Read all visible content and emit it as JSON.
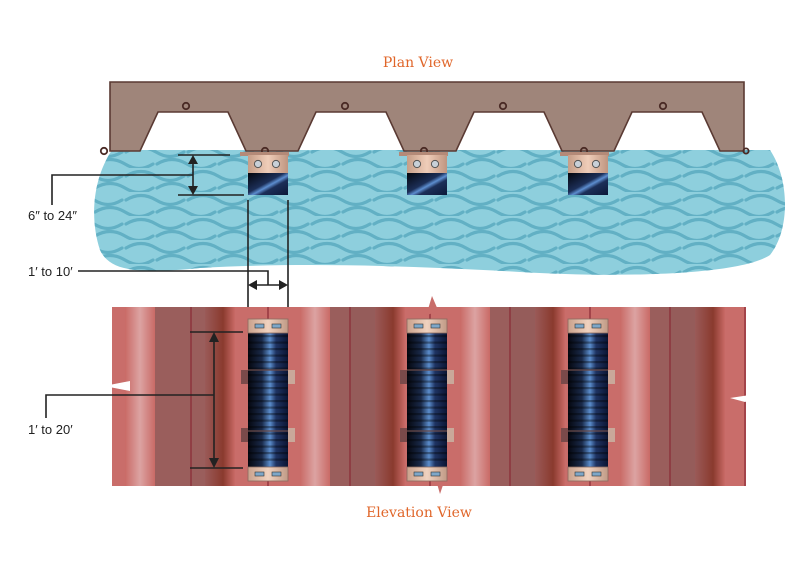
{
  "diagram": {
    "plan_view_title": "Plan View",
    "elevation_view_title": "Elevation View",
    "dimensions": {
      "gap_label": "6″ to 24″",
      "width_label": "1′ to 10′",
      "height_label": "1′ to 20′"
    },
    "fender_count": 3,
    "colors": {
      "title": "#e0662a",
      "sheet_pile": "#9f857a",
      "sheet_pile_edge": "#5a3a33",
      "water": "#8ecfdd",
      "wave": "#5aaac0",
      "elevation_base": "#c96d6a",
      "fender_dark": "#0d1a35",
      "fender_blue": "#4a78b5",
      "fender_cap": "#e5c2ad"
    }
  }
}
